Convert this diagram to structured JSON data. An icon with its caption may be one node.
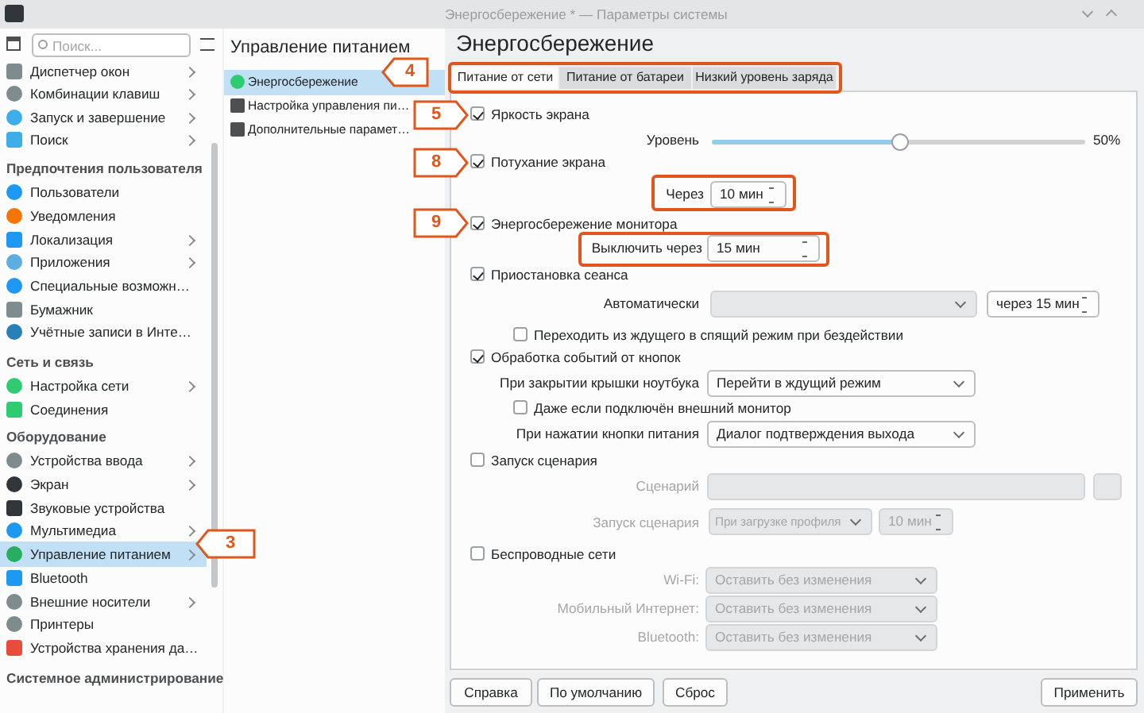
{
  "diagram": {
    "title": "Энергосбережение * — Параметры системы",
    "labels": [
      "Поиск...",
      "Диспетчер окон",
      "Комбинации клавиш",
      "Запуск и завершение",
      "Поиск",
      "Предпочтения пользователя",
      "Пользователи",
      "Уведомления",
      "Локализация",
      "Приложения",
      "Специальные возможн…",
      "Бумажник",
      "Учётные записи в Инте…",
      "Сеть и связь",
      "Настройка сети",
      "Соединения",
      "Оборудование",
      "Устройства ввода",
      "Экран",
      "Звуковые устройства",
      "Мультимедиа",
      "Управление питанием",
      "Bluetooth",
      "Внешние носители",
      "Принтеры",
      "Устройства хранения да…",
      "Системное администрирование",
      "3",
      "Управление питанием",
      "Энергосбережение",
      "4",
      "Настройка управления пи…",
      "Дополнительные парамет…",
      "Энергосбережение",
      "Питание от сети",
      "Питание от батареи",
      "Низкий уровень заряда",
      "5",
      "Яркость экрана",
      "Уровень",
      "50%",
      "8",
      "Потухание экрана",
      "Через",
      "10 мин",
      "9",
      "Энергосбережение монитора",
      "Выключить через",
      "15 мин",
      "Приостановка сеанса",
      "Автоматически",
      "через 15 мин",
      "Переходить из ждущего в спящий режим при бездействии",
      "Обработка событий от кнопок",
      "При закрытии крышки ноутбука",
      "Перейти в ждущий режим",
      "Даже если подключён внешний монитор",
      "При нажатии кнопки питания",
      "Диалог подтверждения выхода",
      "Запуск сценария",
      "Сценарий",
      "Запуск сценария",
      "При загрузке профиля",
      "10 мин",
      "Беспроводные сети",
      "Wi-Fi:",
      "Оставить без изменения",
      "Мобильный Интернет:",
      "Оставить без изменения",
      "Bluetooth:",
      "Оставить без изменения",
      "Справка",
      "По умолчанию",
      "Сброс",
      "Применить"
    ]
  }
}
